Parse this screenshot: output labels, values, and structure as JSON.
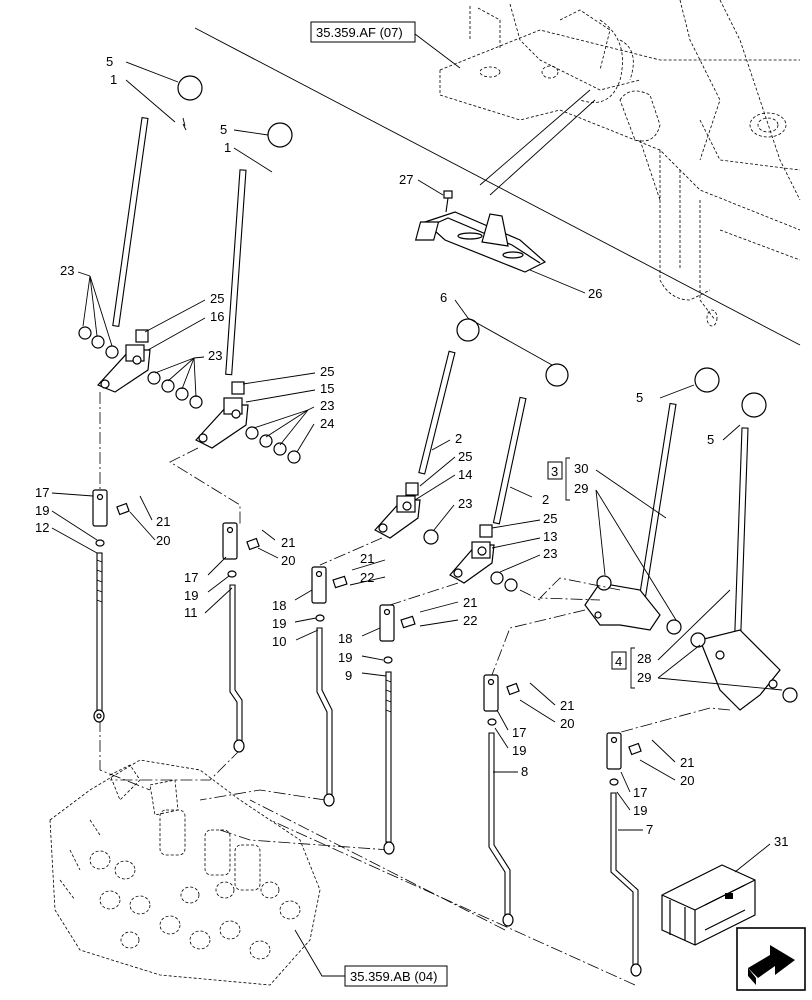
{
  "references": {
    "top": "35.359.AF (07)",
    "bottom": "35.359.AB (04)"
  },
  "group_labels": {
    "box3": "3",
    "box4": "4"
  },
  "callouts": {
    "c5a": "5",
    "c1a": "1",
    "c5b": "5",
    "c1b": "1",
    "c27": "27",
    "c26": "26",
    "c23a": "23",
    "c25a": "25",
    "c16": "16",
    "c23b": "23",
    "c25b": "25",
    "c15": "15",
    "c23c": "23",
    "c24": "24",
    "c6": "6",
    "c2a": "2",
    "c25c": "25",
    "c14": "14",
    "c23d": "23",
    "c2b": "2",
    "c25d": "25",
    "c13": "13",
    "c23e": "23",
    "c5c": "5",
    "c5d": "5",
    "c30": "30",
    "c29a": "29",
    "c28": "28",
    "c29b": "29",
    "c17a": "17",
    "c19a": "19",
    "c12": "12",
    "c21a": "21",
    "c20a": "20",
    "c21b": "21",
    "c20b": "20",
    "c17b": "17",
    "c19b": "19",
    "c11": "11",
    "c21c": "21",
    "c22a": "22",
    "c18a": "18",
    "c19c": "19",
    "c10": "10",
    "c21d": "21",
    "c22b": "22",
    "c18b": "18",
    "c19d": "19",
    "c9": "9",
    "c21e": "21",
    "c20c": "20",
    "c17c": "17",
    "c19e": "19",
    "c8": "8",
    "c21f": "21",
    "c20d": "20",
    "c17d": "17",
    "c19f": "19",
    "c7": "7",
    "c31": "31"
  },
  "icons": {
    "kit": "kit-crate-icon",
    "nav": "navigation-arrow-icon"
  }
}
